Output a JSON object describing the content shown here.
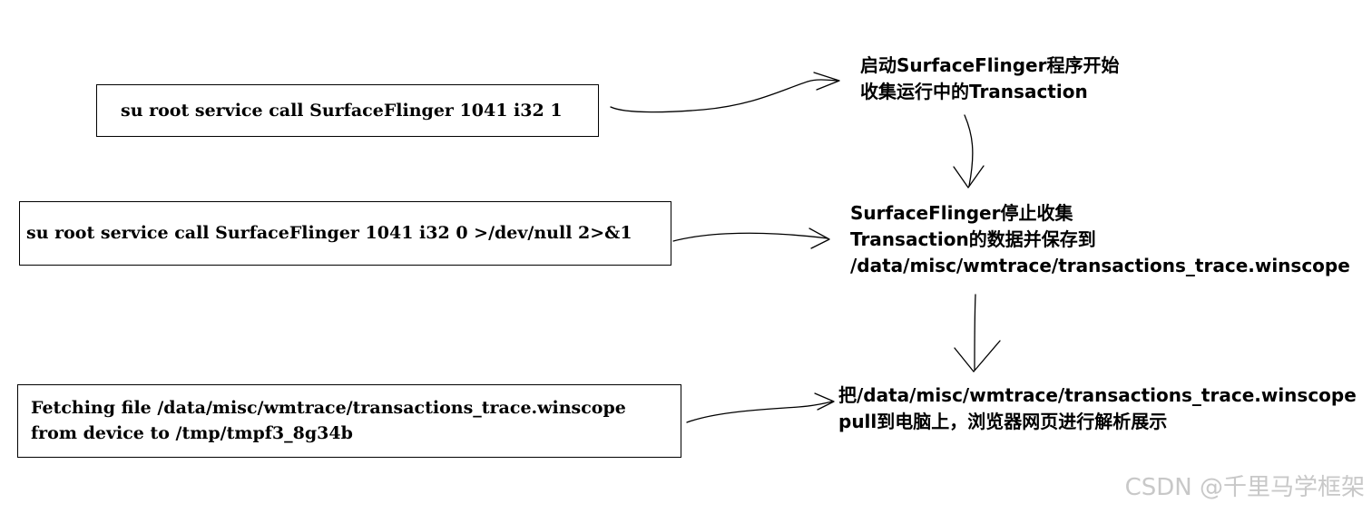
{
  "commands": [
    {
      "lines": [
        "su root service call SurfaceFlinger 1041 i32 1"
      ]
    },
    {
      "lines": [
        "su root service call SurfaceFlinger 1041 i32 0 >/dev/null 2>&1"
      ]
    },
    {
      "lines": [
        "Fetching file /data/misc/wmtrace/transactions_trace.winscope",
        "from device to /tmp/tmpf3_8g34b"
      ]
    }
  ],
  "notes": [
    {
      "lines": [
        "启动SurfaceFlinger程序开始",
        "收集运行中的Transaction"
      ]
    },
    {
      "lines": [
        "SurfaceFlinger停止收集",
        "Transaction的数据并保存到",
        "/data/misc/wmtrace/transactions_trace.winscope"
      ]
    },
    {
      "lines": [
        "把/data/misc/wmtrace/transactions_trace.winscope",
        "pull到电脑上，浏览器网页进行解析展示"
      ]
    }
  ],
  "watermark": "CSDN @千里马学框架"
}
